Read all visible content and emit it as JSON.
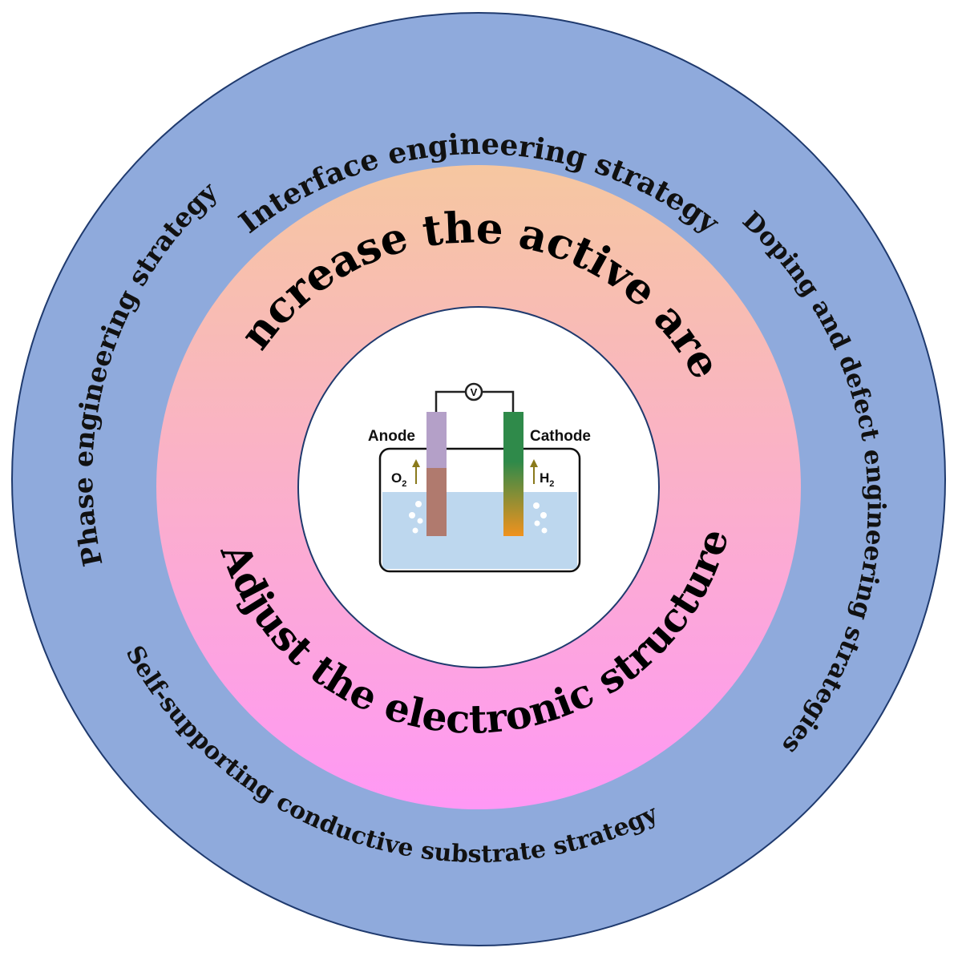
{
  "colors": {
    "outer_ring": "#8faadc",
    "ring_border": "#1f3a6e",
    "middle_ring_top": "#f6c7a0",
    "middle_ring_bottom": "#ff98f5",
    "center_disc": "#ffffff",
    "electrolyte": "#bdd7ee",
    "anode_top": "#b4a0c8",
    "anode_bottom": "#b07a6e",
    "cathode_top": "#2f8a4a",
    "cathode_bottom": "#f0921e",
    "arrow": "#8a7a1c"
  },
  "outer_strategies": {
    "top": "Interface engineering strategy",
    "left": "Phase engineering strategy",
    "right": "Doping and defect engineering strategies",
    "bottom": "Self-supporting conductive substrate strategy"
  },
  "middle_goals": {
    "top": "Increase the active area",
    "bottom": "Adjust the electronic structure"
  },
  "cell": {
    "voltmeter_label": "V",
    "anode_label": "Anode",
    "cathode_label": "Cathode",
    "anode_gas": "O",
    "anode_gas_subscript": "2",
    "cathode_gas": "H",
    "cathode_gas_subscript": "2"
  }
}
